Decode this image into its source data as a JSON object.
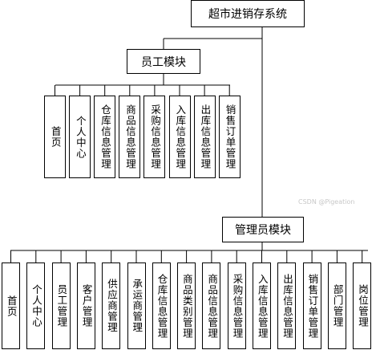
{
  "root": {
    "label": "超市进销存系统"
  },
  "employee_module": {
    "label": "员工模块",
    "items": [
      "首页",
      "个人中心",
      "仓库信息管理",
      "商品信息管理",
      "采购信息管理",
      "入库信息管理",
      "出库信息管理",
      "销售订单管理"
    ]
  },
  "admin_module": {
    "label": "管理员模块",
    "items": [
      "首页",
      "个人中心",
      "员工管理",
      "客户管理",
      "供应商管理",
      "承运商管理",
      "仓库信息管理",
      "商品类别管理",
      "商品信息管理",
      "采购信息管理",
      "入库信息管理",
      "出库信息管理",
      "销售订单管理",
      "部门管理",
      "岗位管理"
    ]
  },
  "watermark": "CSDN @Pigeation"
}
